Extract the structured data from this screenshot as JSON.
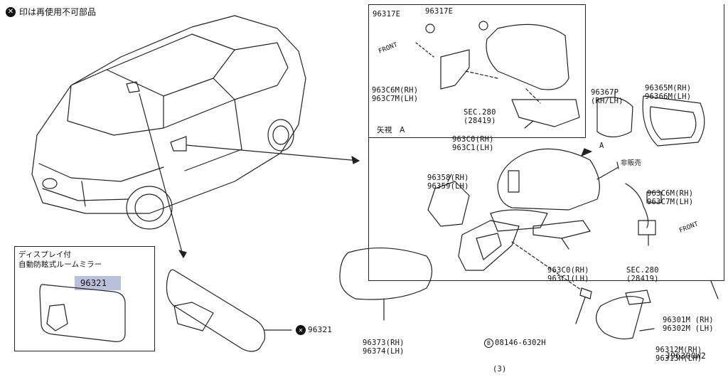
{
  "legend": {
    "icon": "x-circle-icon",
    "text": "印は再使用不可部品"
  },
  "inset_box": {
    "line1": "ディスプレイ付",
    "line2": "自動防眩式ルームミラー",
    "part_no": "96321"
  },
  "callout_96321": "96321",
  "view_label": "矢視　A",
  "view_arrow_label": "A",
  "not_sold_label": "非販売",
  "front_label": "FRONT",
  "part_labels": {
    "p96317e_a": "96317E",
    "p96317e_b": "96317E",
    "p963c6m_top": [
      "963C6M(RH)",
      "963C7M(LH)"
    ],
    "sec280_top": [
      "SEC.280",
      "(28419)"
    ],
    "p963c0_top": [
      "963C0(RH)",
      "963C1(LH)"
    ],
    "p96367p": [
      "96367P",
      "(RH/LH)"
    ],
    "p96365m": [
      "96365M(RH)",
      "96366M(LH)"
    ],
    "p96358": [
      "96358(RH)",
      "96359(LH)"
    ],
    "p963c6m_right": [
      "963C6M(RH)",
      "963C7M(LH)"
    ],
    "p963c0_mid": [
      "963C0(RH)",
      "963C1(LH)"
    ],
    "sec280_right": [
      "SEC.280",
      "(28419)"
    ],
    "p96373": [
      "96373(RH)",
      "96374(LH)"
    ],
    "p08146": [
      "08146-6302H",
      "(3)"
    ],
    "p08146_prefix": "B",
    "p96301m": [
      "96301M (RH)",
      "96302M (LH)"
    ],
    "p96312m": [
      "96312M(RH)",
      "96313M(LH)"
    ]
  },
  "diagram_code": "J96300W2"
}
